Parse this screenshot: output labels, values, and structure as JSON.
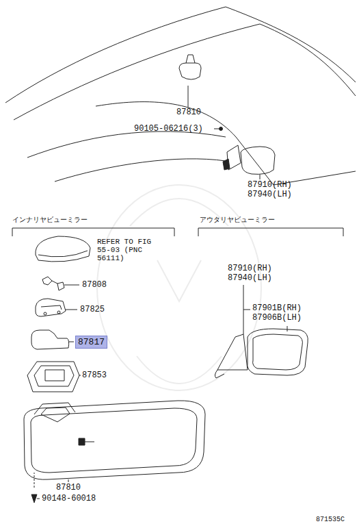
{
  "diagram": {
    "nodes": [
      {
        "text": [
          "87817"
        ]
      }
    ],
    "labels": [
      "87810",
      "90105-06216(3)",
      "87910(RH)",
      "87940(LH)",
      "インナリヤビューミラー",
      "アウタリヤビューミラー",
      "REFER TO FIG 55-03 (PNC 56111)",
      "87808",
      "87825",
      "87853",
      "87810",
      "90148-60018",
      "87910(RH)",
      "87940(LH)",
      "87901B(RH)",
      "87906B(LH)",
      "871535C"
    ]
  }
}
